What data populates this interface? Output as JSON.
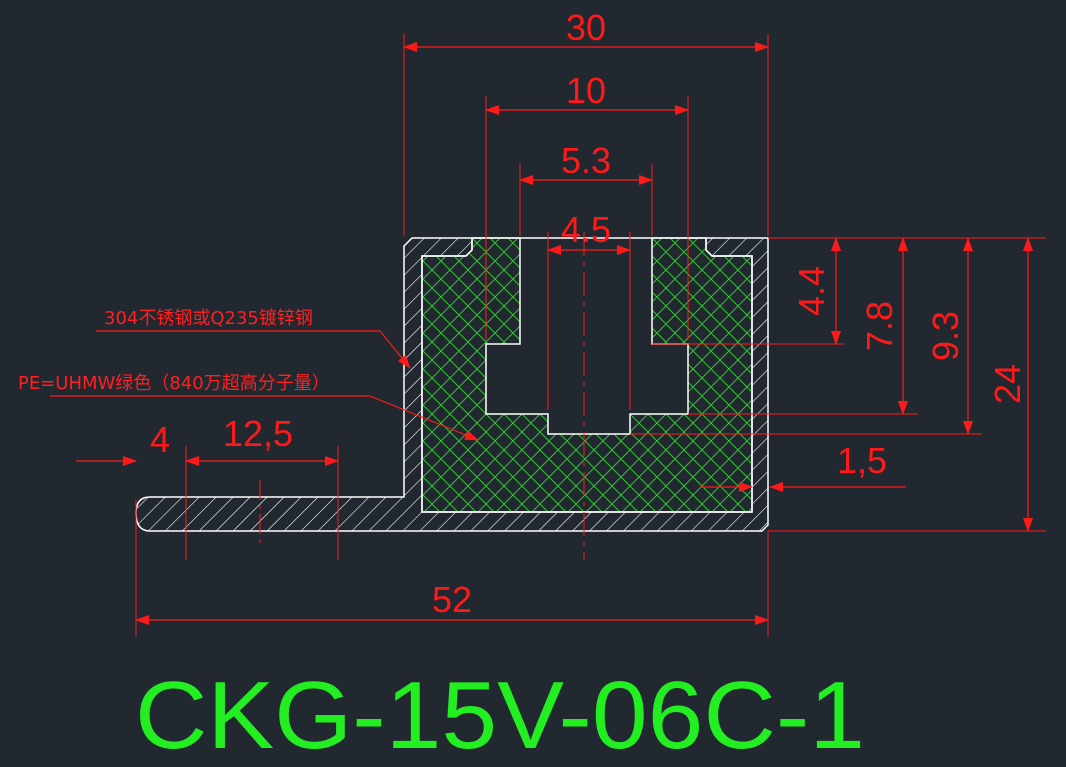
{
  "drawing": {
    "title": "CKG-15V-06C-1",
    "notes": {
      "material": "304不锈钢或Q235镀锌钢",
      "pe": "PE=UHMW绿色（840万超高分子量）"
    },
    "dimensions": {
      "top_width": "30",
      "channel_outer": "10",
      "slot_width": "5.3",
      "slot_inner": "4.5",
      "height_4_4": "4.4",
      "height_7_8": "7.8",
      "height_9_3": "9.3",
      "height_24": "24",
      "wall_1_5": "1,5",
      "flange_4": "4",
      "flange_12_5": "12,5",
      "total_52": "52"
    },
    "colors": {
      "background": "#212830",
      "outline": "#ffffff",
      "dimension": "#ff1a1a",
      "pe_fill": "#2ec62e",
      "title": "#22ee22"
    }
  }
}
